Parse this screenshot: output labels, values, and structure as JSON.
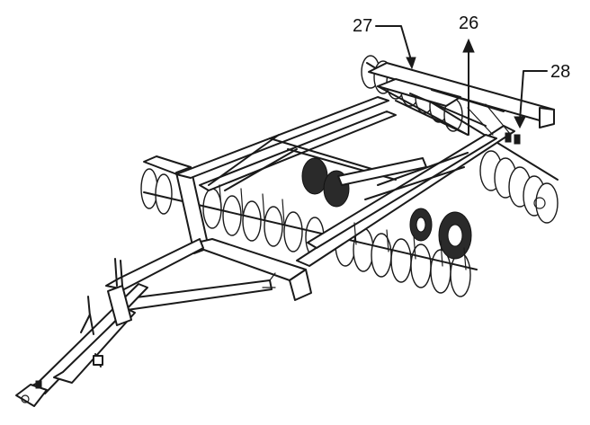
{
  "diagram": {
    "callouts": [
      {
        "id": "callout-27",
        "label": "27"
      },
      {
        "id": "callout-26",
        "label": "26"
      },
      {
        "id": "callout-28",
        "label": "28"
      }
    ]
  },
  "colors": {
    "ink": "#1a1a1a",
    "paper": "#ffffff"
  }
}
